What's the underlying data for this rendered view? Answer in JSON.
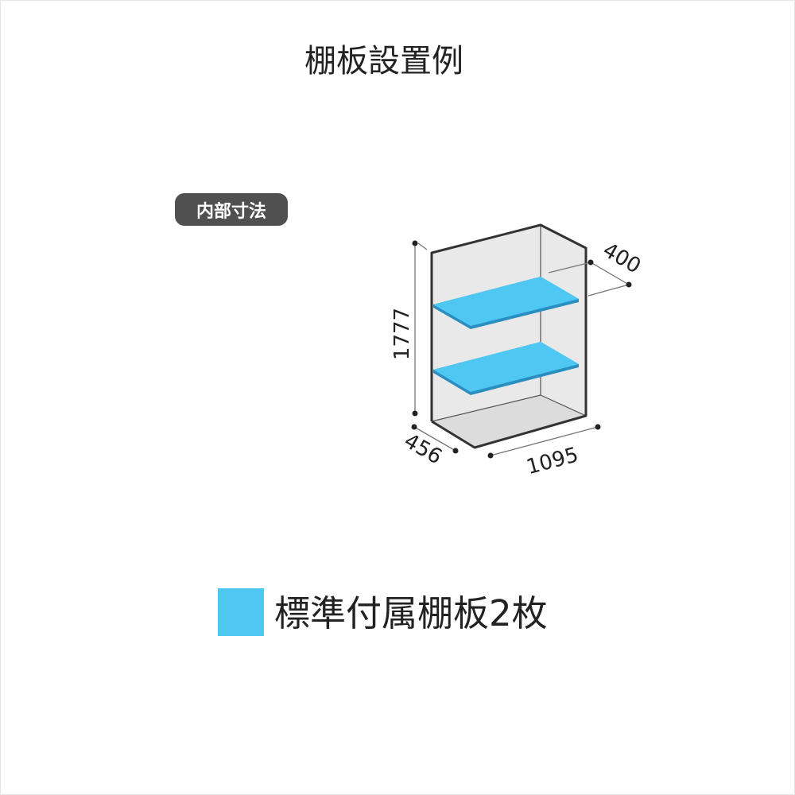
{
  "title": "棚板設置例",
  "badge": "内部寸法",
  "dimensions": {
    "height": "1777",
    "depth_shelf": "400",
    "depth": "456",
    "width": "1095"
  },
  "legend": {
    "label": "標準付属棚板2枚",
    "color": "#4ec8f2"
  },
  "colors": {
    "shelf": "#4ec8f2",
    "shelf_edge": "#2a8fc0",
    "box_fill": "#e9e9e9",
    "box_line": "#333333"
  }
}
